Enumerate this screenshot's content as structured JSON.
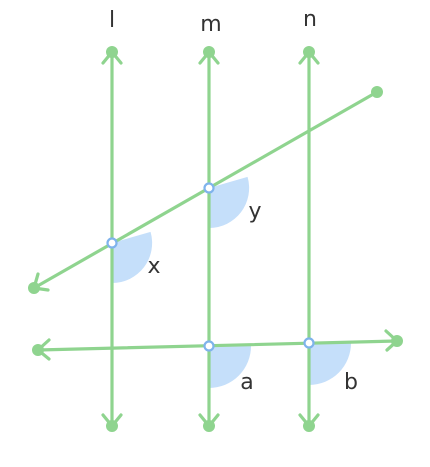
{
  "line_labels": {
    "l": "l",
    "m": "m",
    "n": "n"
  },
  "angle_labels": {
    "x": "x",
    "y": "y",
    "a": "a",
    "b": "b"
  },
  "colors": {
    "line": "#8fd48f",
    "angle_fill": "#c5dffa",
    "vertex_stroke": "#7fb3ec",
    "vertex_fill": "#ffffff",
    "text": "#333333"
  }
}
